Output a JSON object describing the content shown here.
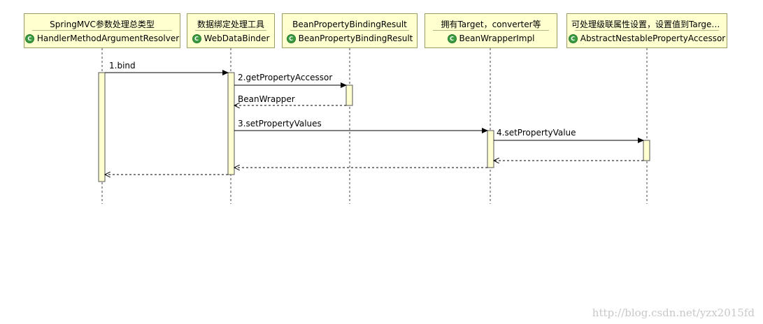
{
  "participants": [
    {
      "stereotype": "SpringMVC参数处理总类型",
      "class_name": "HandlerMethodArgumentResolver",
      "icon": "class-icon"
    },
    {
      "stereotype": "数据绑定处理工具",
      "class_name": "WebDataBinder",
      "icon": "class-icon"
    },
    {
      "stereotype": "BeanPropertyBindingResult",
      "class_name": "BeanPropertyBindingResult",
      "icon": "class-icon"
    },
    {
      "stereotype": "拥有Target，converter等",
      "class_name": "BeanWrapperImpl",
      "icon": "class-icon"
    },
    {
      "stereotype": "可处理级联属性设置，设置值到Target...",
      "class_name": "AbstractNestablePropertyAccessor",
      "icon": "class-icon"
    }
  ],
  "icon_letter": "C",
  "messages": [
    {
      "label": "1.bind"
    },
    {
      "label": "2.getPropertyAccessor"
    },
    {
      "label": "BeanWrapper"
    },
    {
      "label": "3.setPropertyValues"
    },
    {
      "label": "4.setPropertyValue"
    }
  ],
  "watermark": "http://blog.csdn.net/yzx2015fd",
  "colors": {
    "header_fill": "#ffffd0",
    "activation_fill": "#ffffd0",
    "class_icon": "#3c9c42"
  }
}
